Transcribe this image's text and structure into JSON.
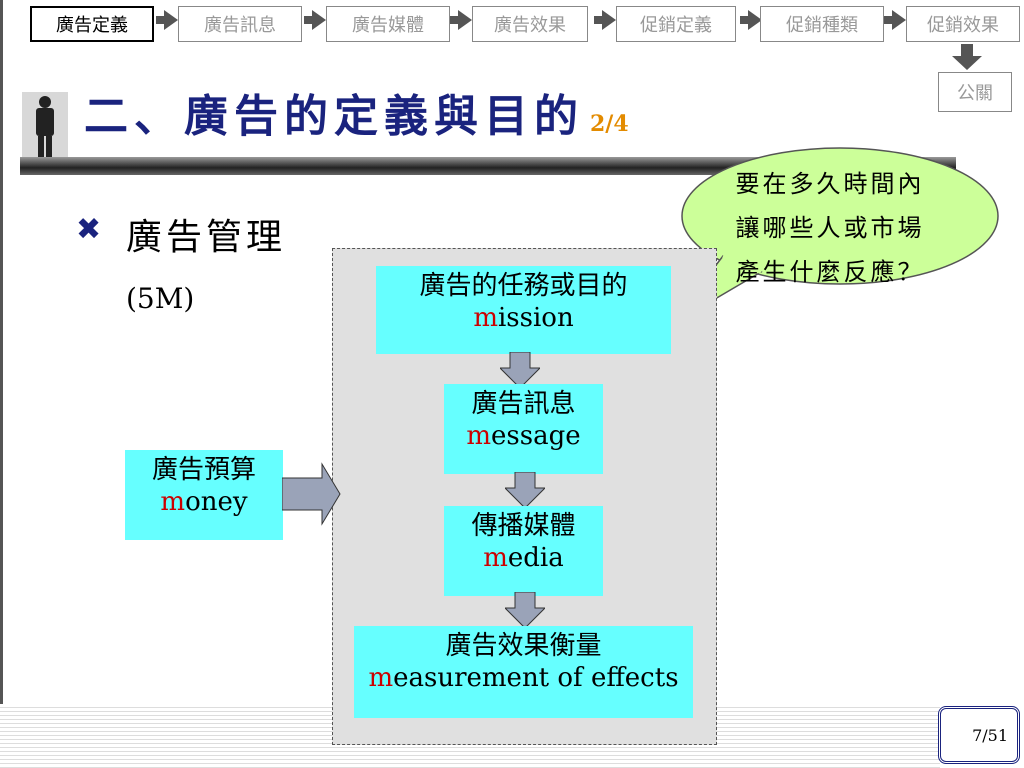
{
  "nav": {
    "tabs": [
      "廣告定義",
      "廣告訊息",
      "廣告媒體",
      "廣告效果",
      "促銷定義",
      "促銷種類",
      "促銷效果"
    ],
    "extra": "公關"
  },
  "title": {
    "main": "二、廣告的定義與目的",
    "page": "2/4"
  },
  "bullet": {
    "label": "廣告管理",
    "sub": "(5M)"
  },
  "diagram": {
    "budget": {
      "zh": "廣告預算",
      "m": "m",
      "rest": "oney"
    },
    "mission": {
      "zh": "廣告的任務或目的",
      "m": "m",
      "rest": "ission"
    },
    "message": {
      "zh": "廣告訊息",
      "m": "m",
      "rest": "essage"
    },
    "media": {
      "zh": "傳播媒體",
      "m": "m",
      "rest": "edia"
    },
    "measurement": {
      "zh": "廣告效果衡量",
      "m": "m",
      "rest": "easurement of effects"
    }
  },
  "bubble": {
    "line1": "要在多久時間內",
    "line2": "讓哪些人或市場",
    "line3": "產生什麼反應？"
  },
  "page_number": "7/51",
  "colors": {
    "title": "#1a237e",
    "box": "#66ffff",
    "m_letter": "#cc0000",
    "bubble": "#ccff99"
  }
}
